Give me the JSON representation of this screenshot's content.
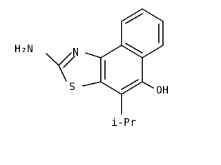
{
  "molecule": {
    "atom_labels": {
      "amine": "H₂N",
      "ring_nitrogen": "N",
      "sulfur": "S",
      "hydroxyl": "OH",
      "substituent": "i-Pr"
    },
    "colors": {
      "bond": "#000000",
      "label": "#000000",
      "background": "#ffffff"
    }
  }
}
